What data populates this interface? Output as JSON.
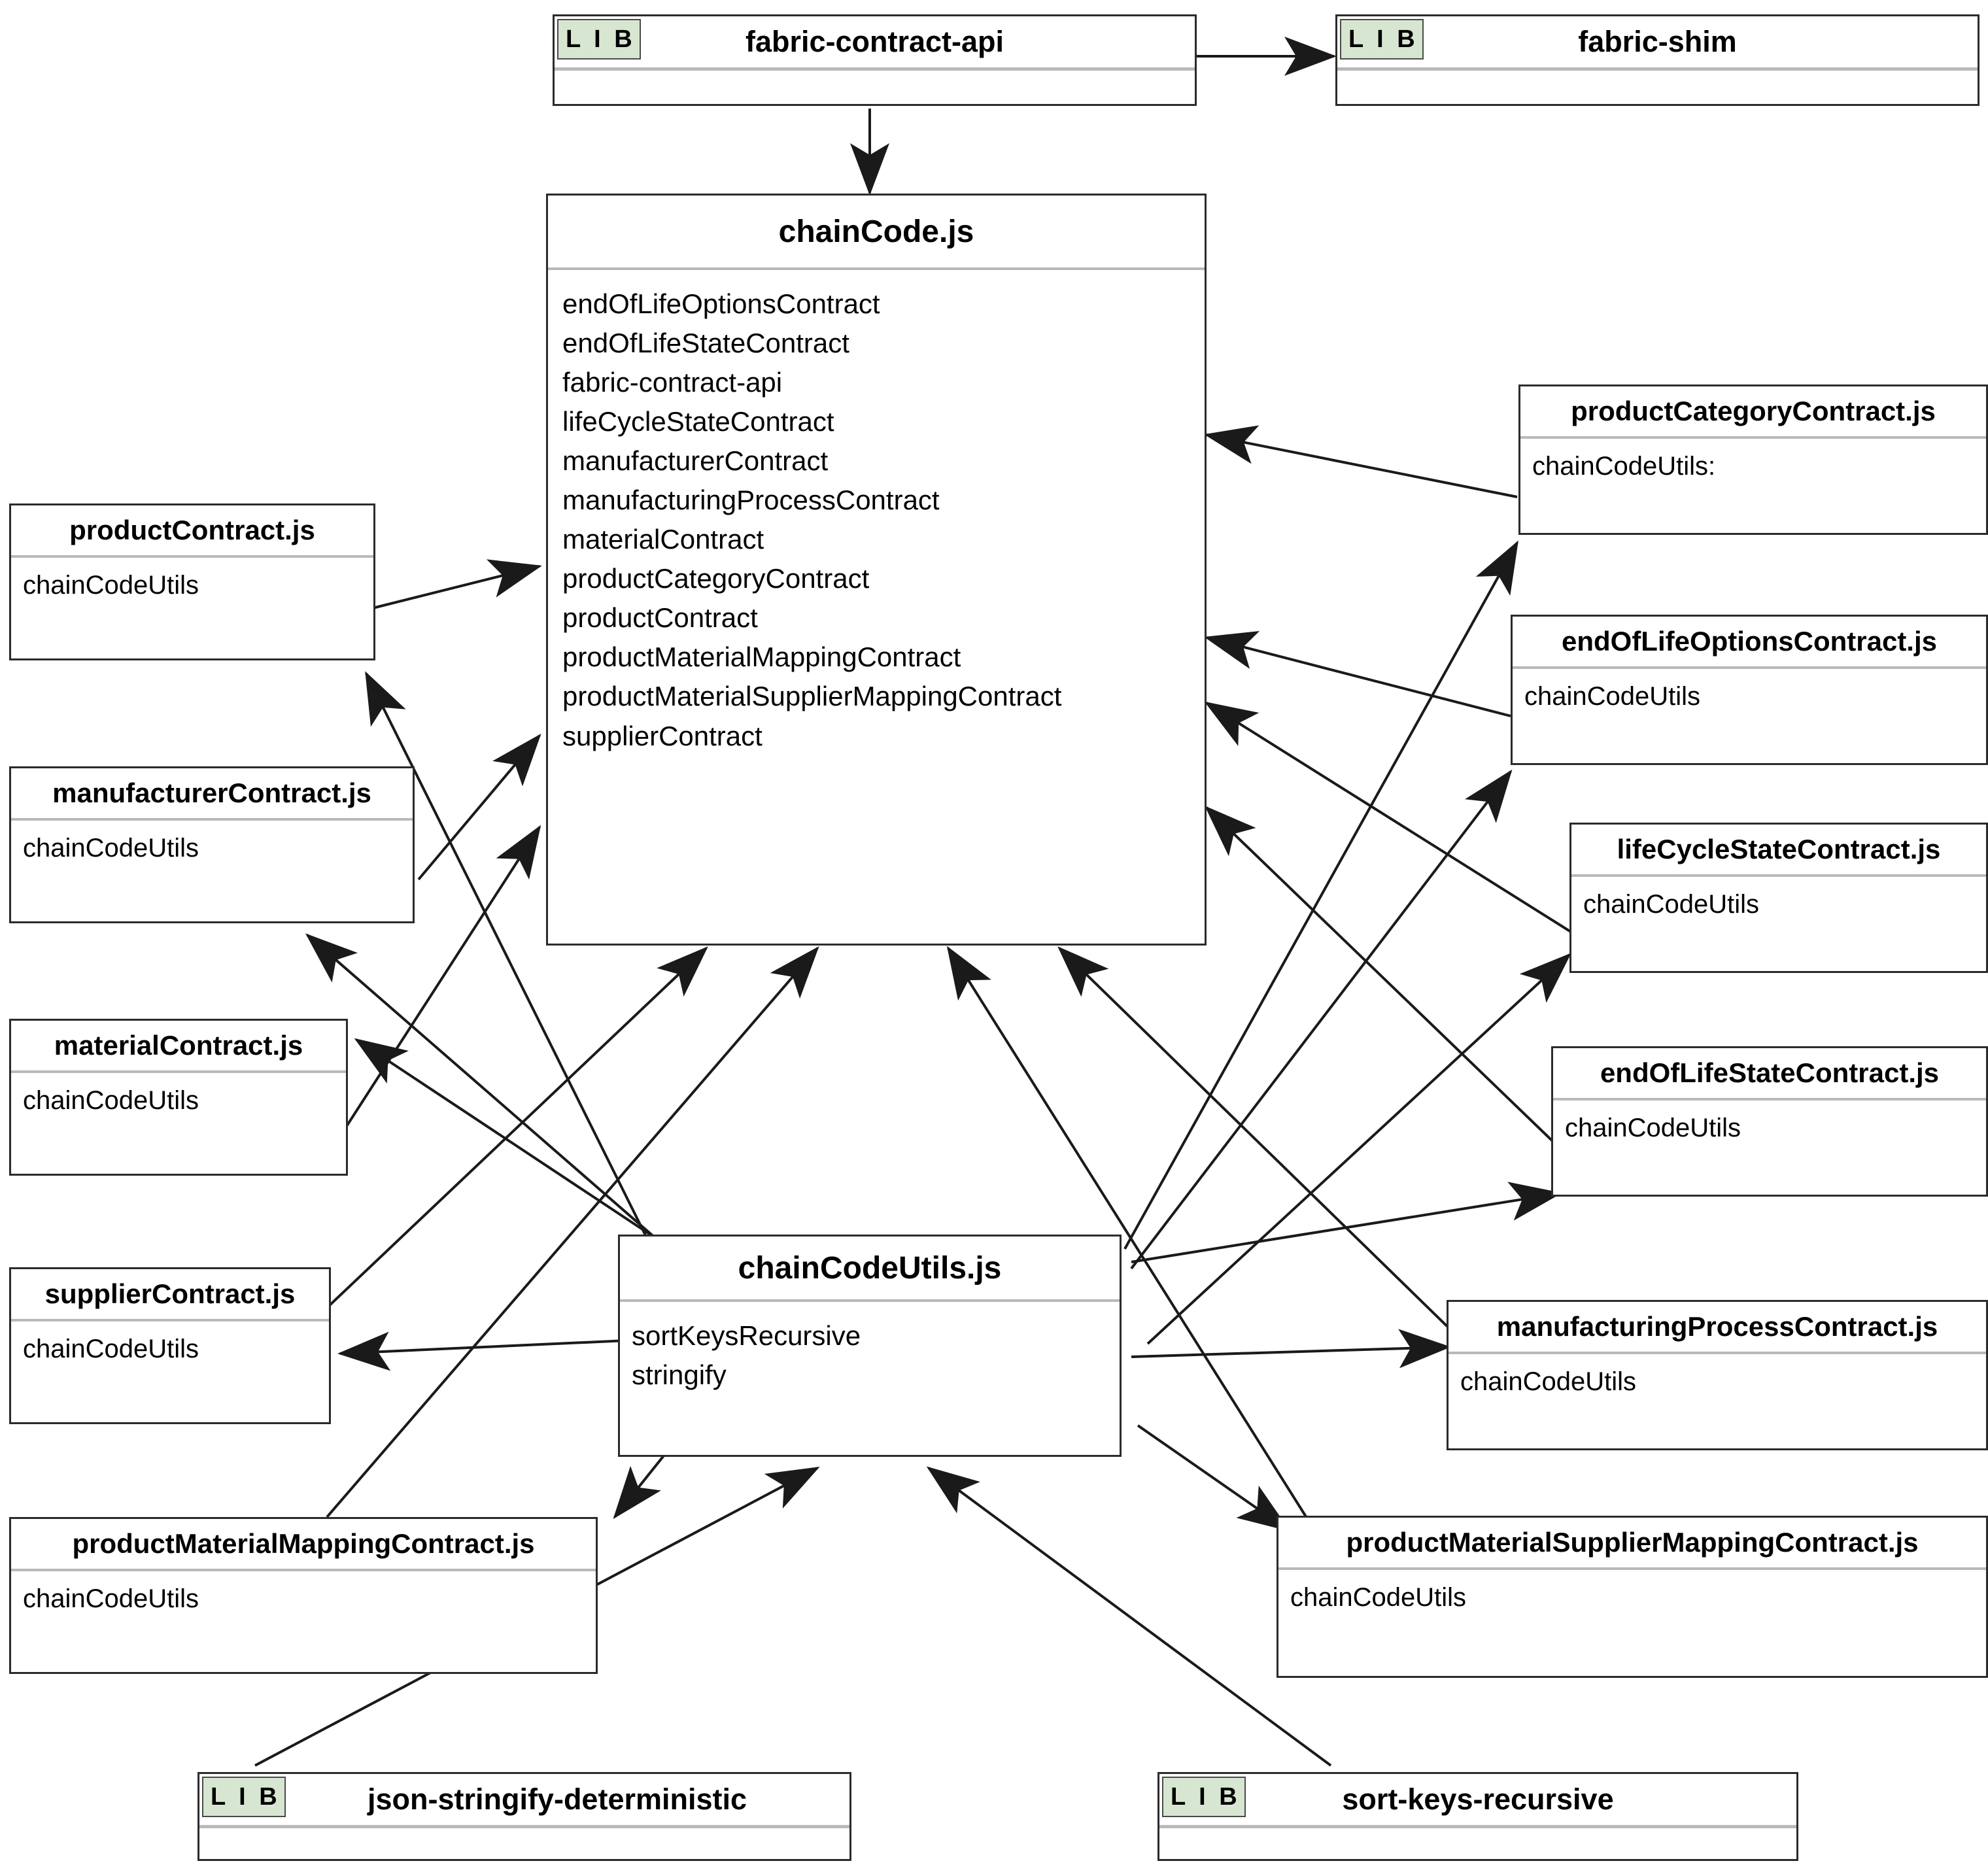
{
  "diagram": {
    "kind": "uml-dependency-diagram",
    "badge_label": "L I B",
    "badge_color": "#d7e6d0",
    "node_border_color": "#2b2b2b",
    "separator_color": "#b9b9b9",
    "edge_color": "#1a1a1a",
    "background": "#ffffff"
  },
  "nodes": {
    "fabric_contract_api": {
      "title": "fabric-contract-api",
      "stereotype": "L I B",
      "members": []
    },
    "fabric_shim": {
      "title": "fabric-shim",
      "stereotype": "L I B",
      "members": []
    },
    "chain_code": {
      "title": "chainCode.js",
      "members": [
        "endOfLifeOptionsContract",
        "endOfLifeStateContract",
        "fabric-contract-api",
        "lifeCycleStateContract",
        "manufacturerContract",
        "manufacturingProcessContract",
        "materialContract",
        "productCategoryContract",
        "productContract",
        "productMaterialMappingContract",
        "productMaterialSupplierMappingContract",
        "supplierContract"
      ]
    },
    "chain_code_utils": {
      "title": "chainCodeUtils.js",
      "members": [
        "sortKeysRecursive",
        "stringify"
      ]
    },
    "product_contract": {
      "title": "productContract.js",
      "members": [
        "chainCodeUtils"
      ]
    },
    "manufacturer_contract": {
      "title": "manufacturerContract.js",
      "members": [
        "chainCodeUtils"
      ]
    },
    "material_contract": {
      "title": "materialContract.js",
      "members": [
        "chainCodeUtils"
      ]
    },
    "supplier_contract": {
      "title": "supplierContract.js",
      "members": [
        "chainCodeUtils"
      ]
    },
    "product_material_mapping": {
      "title": "productMaterialMappingContract.js",
      "members": [
        "chainCodeUtils"
      ]
    },
    "product_category": {
      "title": "productCategoryContract.js",
      "members": [
        "chainCodeUtils:"
      ]
    },
    "end_of_life_options": {
      "title": "endOfLifeOptionsContract.js",
      "members": [
        "chainCodeUtils"
      ]
    },
    "life_cycle_state": {
      "title": "lifeCycleStateContract.js",
      "members": [
        "chainCodeUtils"
      ]
    },
    "end_of_life_state": {
      "title": "endOfLifeStateContract.js",
      "members": [
        "chainCodeUtils"
      ]
    },
    "manufacturing_process": {
      "title": "manufacturingProcessContract.js",
      "members": [
        "chainCodeUtils"
      ]
    },
    "product_material_supplier_mapping": {
      "title": "productMaterialSupplierMappingContract.js",
      "members": [
        "chainCodeUtils"
      ]
    },
    "json_stringify_deterministic": {
      "title": "json-stringify-deterministic",
      "stereotype": "L I B",
      "members": []
    },
    "sort_keys_recursive": {
      "title": "sort-keys-recursive",
      "stereotype": "L I B",
      "members": []
    }
  },
  "edges": [
    {
      "from": "fabric_contract_api",
      "to": "fabric_shim"
    },
    {
      "from": "fabric_contract_api",
      "to": "chain_code"
    },
    {
      "from": "product_contract",
      "to": "chain_code"
    },
    {
      "from": "manufacturer_contract",
      "to": "chain_code"
    },
    {
      "from": "material_contract",
      "to": "chain_code"
    },
    {
      "from": "supplier_contract",
      "to": "chain_code"
    },
    {
      "from": "product_material_mapping",
      "to": "chain_code"
    },
    {
      "from": "chain_code",
      "to": "product_category"
    },
    {
      "from": "chain_code",
      "to": "end_of_life_options"
    },
    {
      "from": "chain_code",
      "to": "life_cycle_state"
    },
    {
      "from": "chain_code",
      "to": "end_of_life_state"
    },
    {
      "from": "chain_code",
      "to": "manufacturing_process"
    },
    {
      "from": "chain_code",
      "to": "product_material_supplier_mapping"
    },
    {
      "from": "chain_code_utils",
      "to": "product_contract"
    },
    {
      "from": "chain_code_utils",
      "to": "manufacturer_contract"
    },
    {
      "from": "chain_code_utils",
      "to": "material_contract"
    },
    {
      "from": "chain_code_utils",
      "to": "supplier_contract"
    },
    {
      "from": "chain_code_utils",
      "to": "product_material_mapping"
    },
    {
      "from": "chain_code_utils",
      "to": "product_category"
    },
    {
      "from": "chain_code_utils",
      "to": "end_of_life_options"
    },
    {
      "from": "chain_code_utils",
      "to": "life_cycle_state"
    },
    {
      "from": "chain_code_utils",
      "to": "end_of_life_state"
    },
    {
      "from": "chain_code_utils",
      "to": "manufacturing_process"
    },
    {
      "from": "chain_code_utils",
      "to": "product_material_supplier_mapping"
    },
    {
      "from": "json_stringify_deterministic",
      "to": "chain_code_utils"
    },
    {
      "from": "sort_keys_recursive",
      "to": "chain_code_utils"
    }
  ]
}
